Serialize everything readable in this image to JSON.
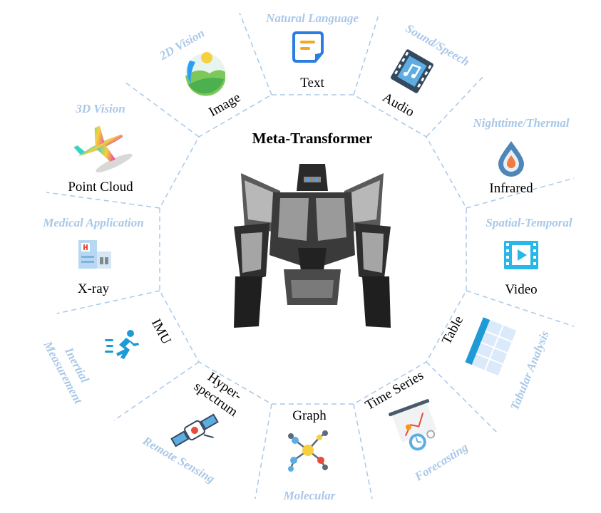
{
  "center": {
    "title": "Meta-Transformer",
    "image": "robot-icon"
  },
  "accent_color": "#a9c8e8",
  "segments": [
    {
      "domain": "Natural Language",
      "modality": "Text",
      "icon": "text-document-icon"
    },
    {
      "domain": "Sound/Speech",
      "modality": "Audio",
      "icon": "audio-file-icon"
    },
    {
      "domain": "Nighttime/Thermal",
      "modality": "Infrared",
      "icon": "flame-drop-icon"
    },
    {
      "domain": "Spatial-Temporal",
      "modality": "Video",
      "icon": "video-play-icon"
    },
    {
      "domain": "Tabular Analysis",
      "modality": "Table",
      "icon": "table-grid-icon"
    },
    {
      "domain": "Forecasting",
      "modality": "Time Series",
      "icon": "forecast-board-icon"
    },
    {
      "domain": "Molecular",
      "modality": "Graph",
      "icon": "graph-network-icon"
    },
    {
      "domain": "Remote Sensing",
      "modality": "Hyper-spectrum",
      "icon": "satellite-icon"
    },
    {
      "domain": "Inertial Measurement",
      "modality": "IMU",
      "icon": "running-person-icon"
    },
    {
      "domain": "Medical Application",
      "modality": "X-ray",
      "icon": "hospital-icon"
    },
    {
      "domain": "3D Vision",
      "modality": "Point Cloud",
      "icon": "airplane-pointcloud-icon"
    },
    {
      "domain": "2D Vision",
      "modality": "Image",
      "icon": "landscape-image-icon"
    }
  ]
}
